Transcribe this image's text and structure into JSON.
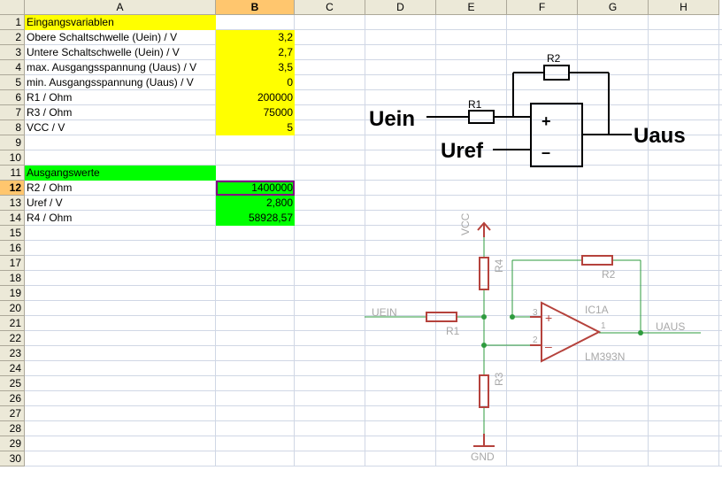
{
  "columns": [
    "A",
    "B",
    "C",
    "D",
    "E",
    "F",
    "G",
    "H"
  ],
  "rows": [
    "1",
    "2",
    "3",
    "4",
    "5",
    "6",
    "7",
    "8",
    "9",
    "10",
    "11",
    "12",
    "13",
    "14",
    "15",
    "16",
    "17",
    "18",
    "19",
    "20",
    "21",
    "22",
    "23",
    "24",
    "25",
    "26",
    "27",
    "28",
    "29",
    "30"
  ],
  "selected_column": "B",
  "selected_row": "12",
  "cells": {
    "A1": "Eingangsvariablen",
    "A2": "Obere Schaltschwelle (Uein) / V",
    "B2": "3,2",
    "A3": "Untere Schaltschwelle (Uein) / V",
    "B3": "2,7",
    "A4": "max. Ausgangsspannung (Uaus) / V",
    "B4": "3,5",
    "A5": "min. Ausgangsspannung (Uaus) / V",
    "B5": "0",
    "A6": "R1 / Ohm",
    "B6": "200000",
    "A7": "R3 / Ohm",
    "B7": "75000",
    "A8": "VCC / V",
    "B8": "5",
    "A11": "Ausgangswerte",
    "A12": "R2 / Ohm",
    "B12": "1400000",
    "A13": "Uref / V",
    "B13": "2,800",
    "A14": "R4 / Ohm",
    "B14": "58928,57"
  },
  "colors": {
    "input_fill": "#ffff00",
    "output_fill": "#00ff00",
    "schematic": "#b5423c",
    "wire": "#2e9b3e",
    "label": "#a8a8a8"
  },
  "diagram1": {
    "r2": "R2",
    "r1": "R1",
    "uein": "Uein",
    "uref": "Uref",
    "uaus": "Uaus",
    "plus": "+",
    "minus": "–"
  },
  "diagram2": {
    "vcc": "VCC",
    "r4": "R4",
    "r2": "R2",
    "uein": "UEIN",
    "r1": "R1",
    "pin3": "3",
    "pin2": "2",
    "pin1": "1",
    "ic": "IC1A",
    "part": "LM393N",
    "uaus": "UAUS",
    "r3": "R3",
    "gnd": "GND",
    "plus": "+",
    "minus": "–"
  }
}
